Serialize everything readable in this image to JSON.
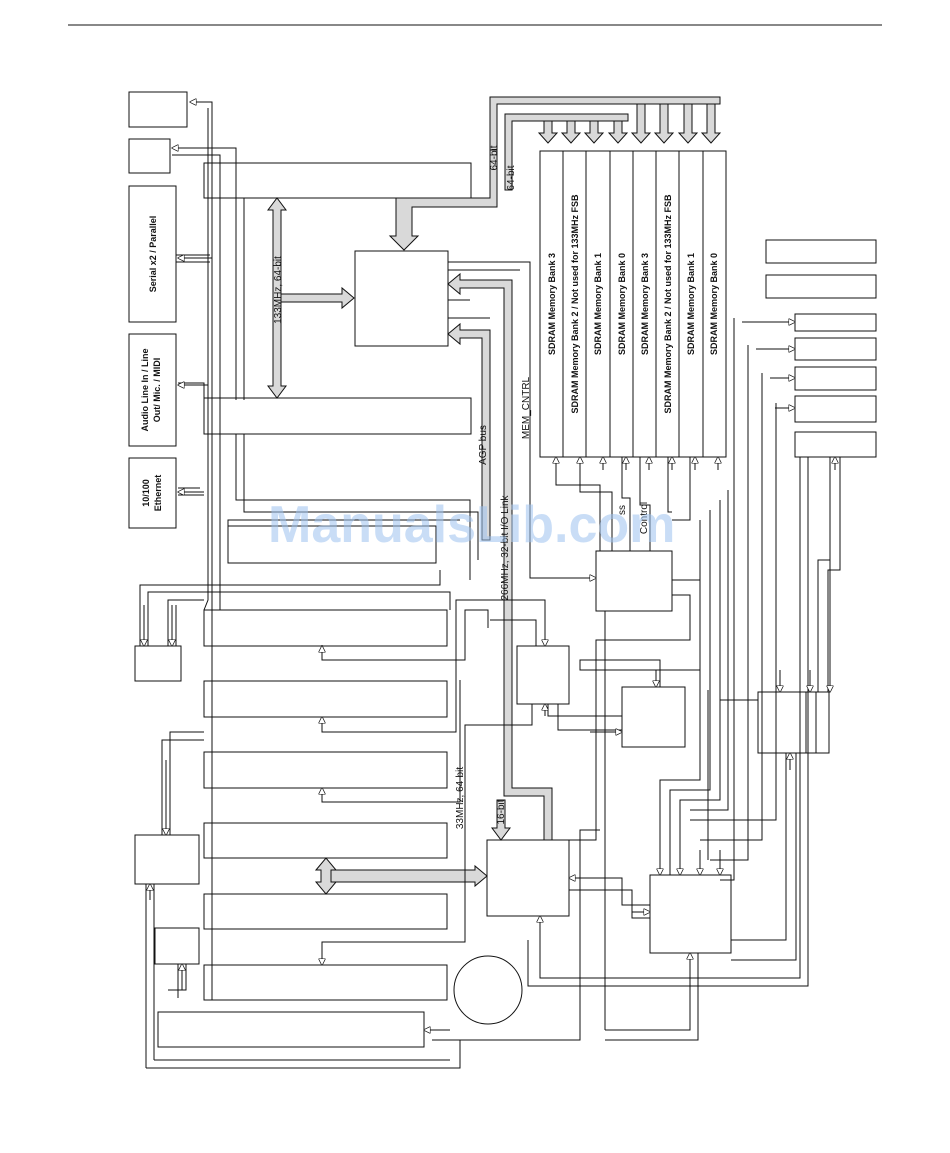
{
  "labels": {
    "serial_parallel": "Serial x2 / Parallel",
    "audio_line1": "Audio Line In / Line",
    "audio_line2": "Out/ Mic. / MIDI",
    "ethernet_line1": "10/100",
    "ethernet_line2": "Ethernet",
    "fsb_bus": "133MHz, 64-bit",
    "sdram_bus_a": "64-bit",
    "sdram_bus_b": "64-bit",
    "mem_cntrl": "MEM_CNTRL",
    "agp_bus": "AGP bus",
    "io_link": "266MHz, 32-bit I/O Link",
    "pci_bus": "33MHz, 64-bit",
    "sixteen_bit": "16-bit",
    "address": "ss",
    "control": "Control"
  },
  "memory_banks": [
    "SDRAM Memory Bank 3",
    "SDRAM Memory Bank 2 / Not used for 133MHz FSB",
    "SDRAM Memory Bank 1",
    "SDRAM Memory Bank 0",
    "SDRAM Memory Bank 3",
    "SDRAM Memory Bank 2 / Not used for 133MHz FSB",
    "SDRAM Memory Bank 1",
    "SDRAM Memory Bank 0"
  ],
  "watermark": "ManualsLib.com",
  "colors": {
    "line": "#111111",
    "arrow_fill": "#ffffff",
    "bus_fill": "#d9d9d9",
    "watermark": "#9ec3f0"
  }
}
